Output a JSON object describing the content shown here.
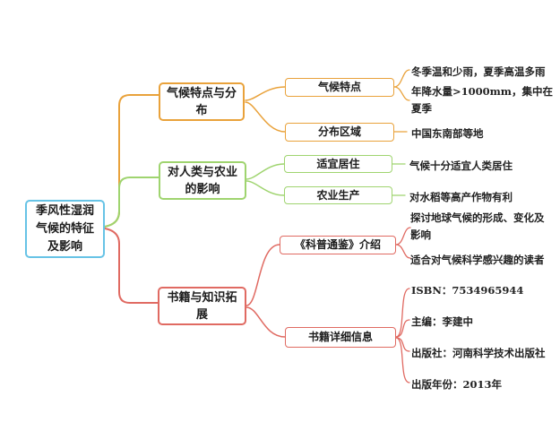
{
  "mindmap": {
    "root": {
      "label": "季风性湿润气候的特征及影响"
    },
    "branches": [
      {
        "label": "气候特点与分布",
        "color": "#E9A23B",
        "children": [
          {
            "label": "气候特点",
            "leaves": [
              "冬季温和少雨，夏季高温多雨",
              "年降水量>1000mm，集中在夏季"
            ]
          },
          {
            "label": "分布区域",
            "leaves": [
              "中国东南部等地"
            ]
          }
        ]
      },
      {
        "label": "对人类与农业的影响",
        "color": "#9FD46F",
        "children": [
          {
            "label": "适宜居住",
            "leaves": [
              "气候十分适宜人类居住"
            ]
          },
          {
            "label": "农业生产",
            "leaves": [
              "对水稻等高产作物有利"
            ]
          }
        ]
      },
      {
        "label": "书籍与知识拓展",
        "color": "#E06A62",
        "children": [
          {
            "label": "《科普通鉴》介绍",
            "leaves": [
              "探讨地球气候的形成、变化及影响",
              "适合对气候科学感兴趣的读者"
            ]
          },
          {
            "label": "书籍详细信息",
            "leaves": [
              "ISBN：7534965944",
              "主编：李建中",
              "出版社：河南科学技术出版社",
              "出版年份：2013年"
            ]
          }
        ]
      }
    ],
    "colors": {
      "root_border": "#67C3E6",
      "branch1": "#E9A23B",
      "branch2": "#9FD46F",
      "branch3": "#E06A62",
      "text": "#1c1c1c",
      "background": "#ffffff"
    }
  }
}
